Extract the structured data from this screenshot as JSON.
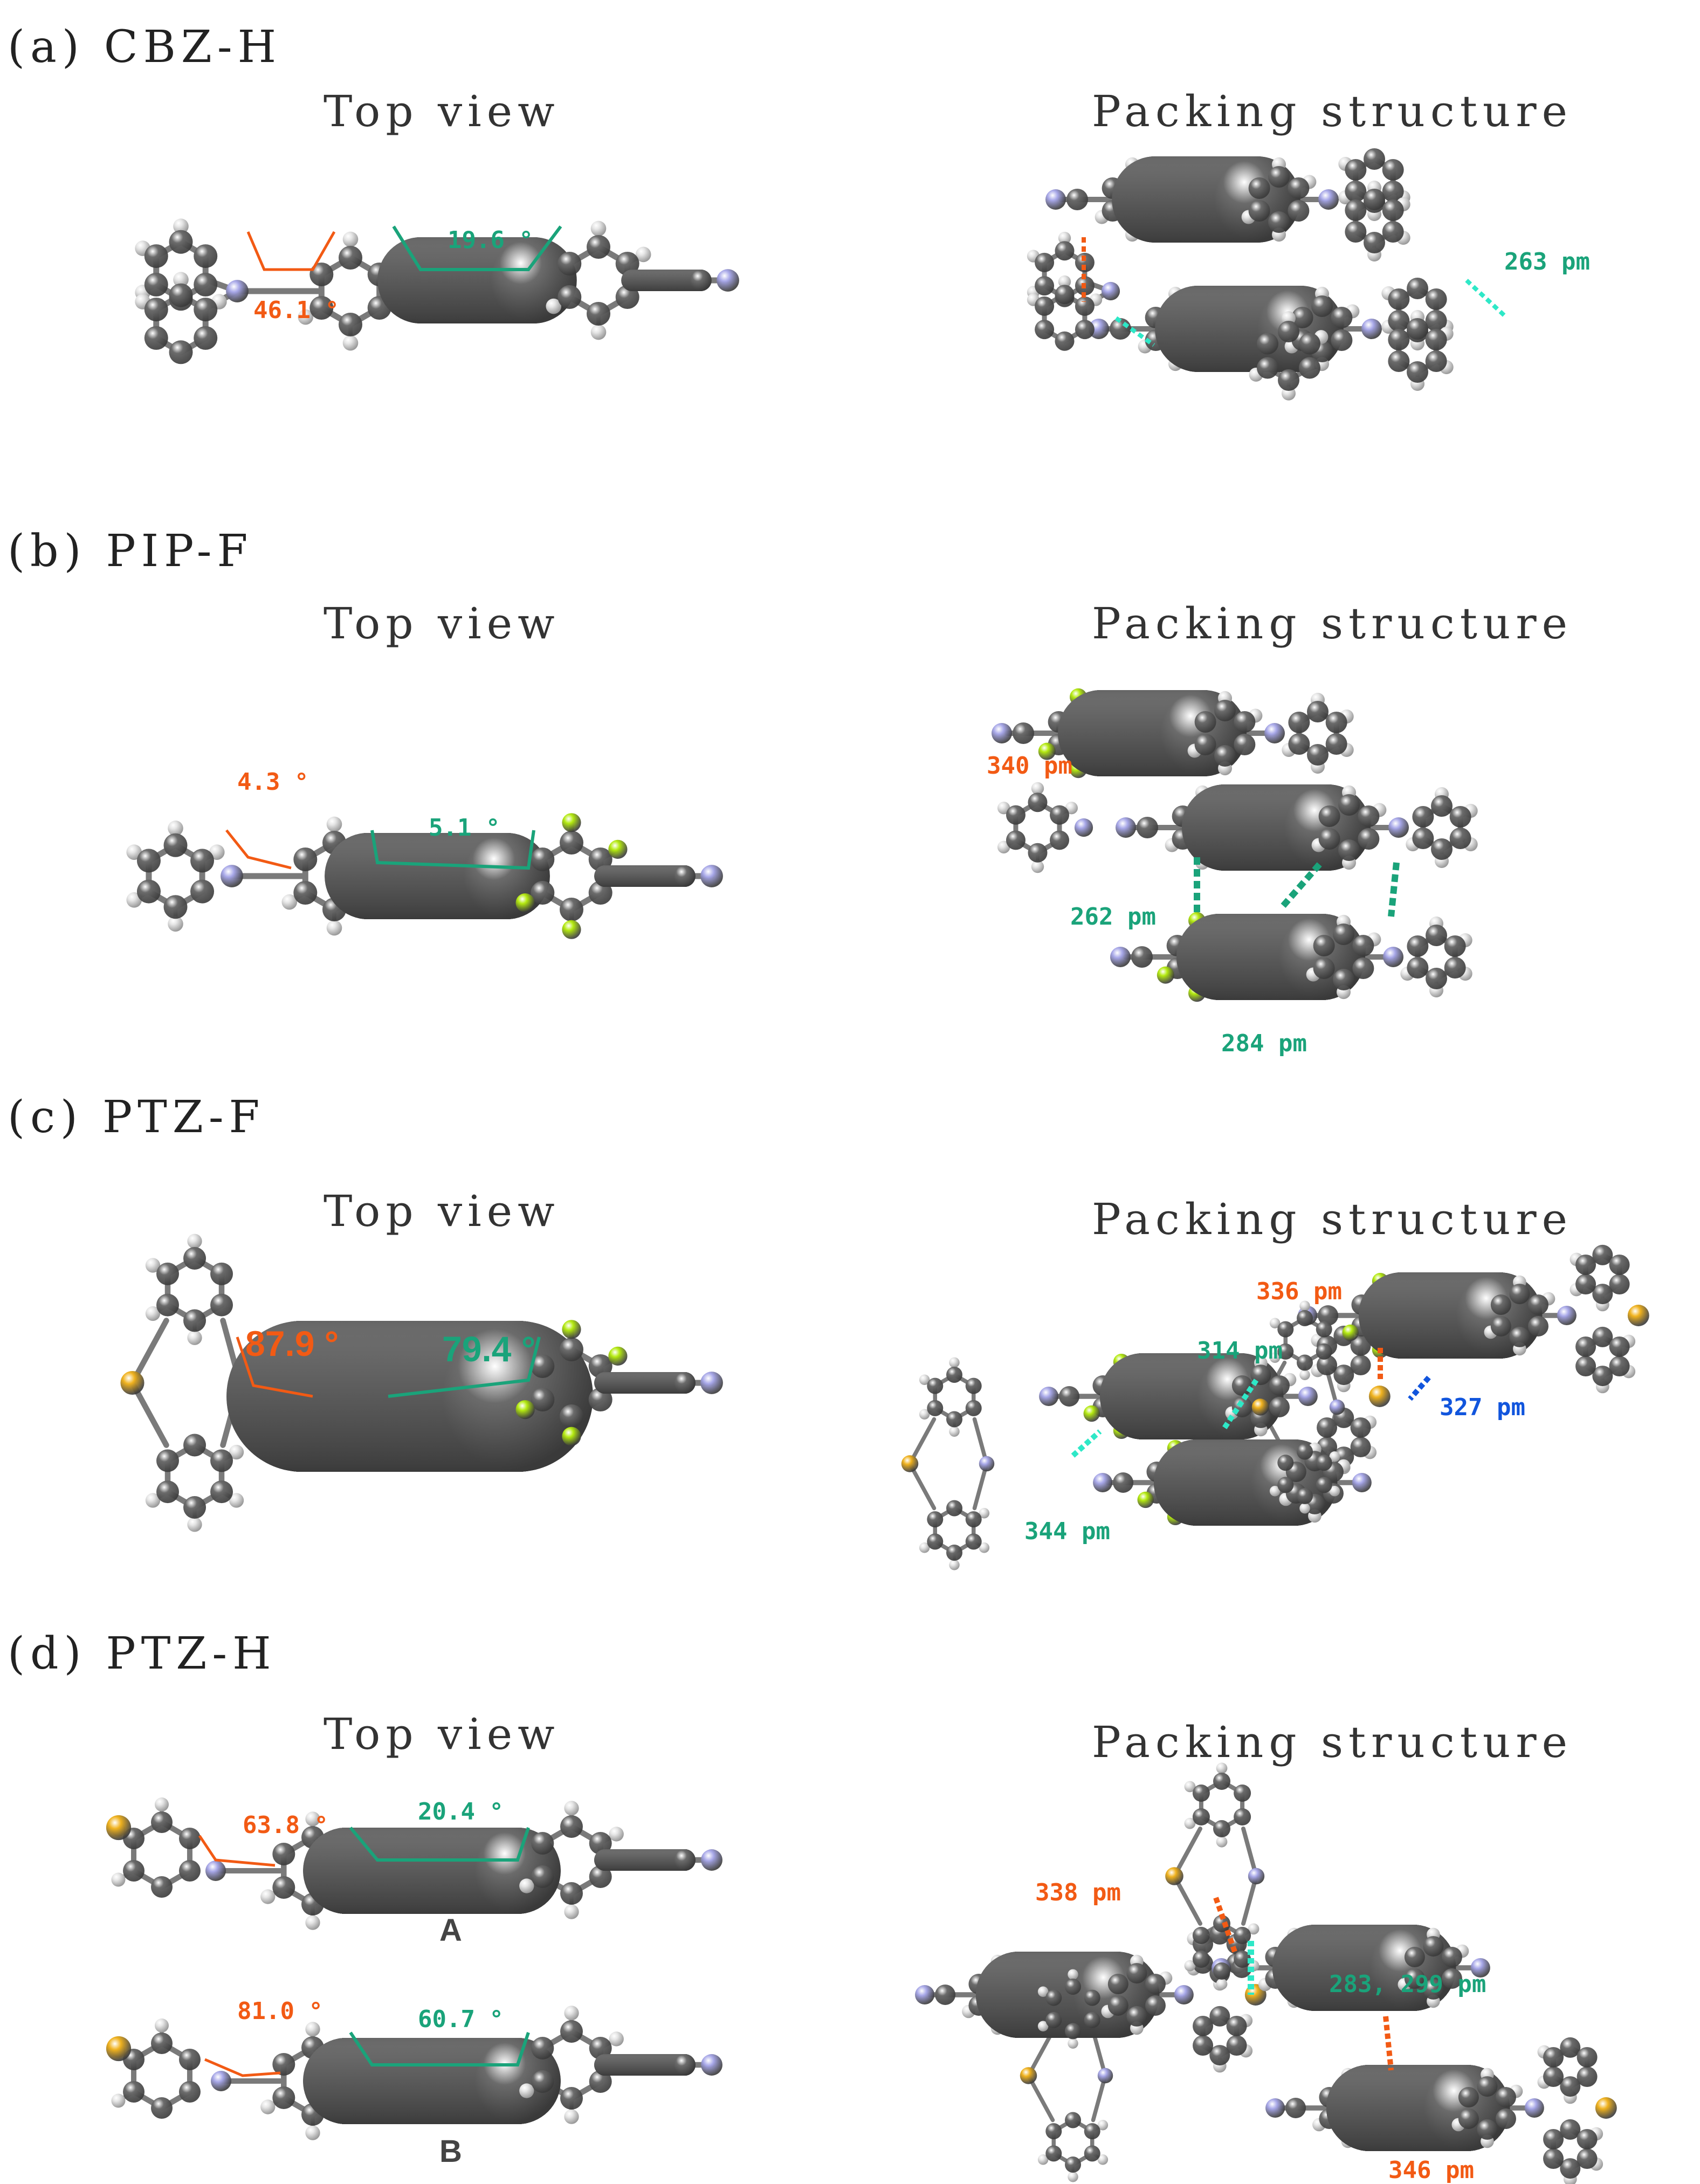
{
  "colors": {
    "carbon": "#6b6b6b",
    "hydrogen": "#e6e6e6",
    "nitrogen": "#a7a7e8",
    "fluorine": "#b4ea10",
    "sulfur": "#f0b21e",
    "angle_orange": "#f25a14",
    "angle_green": "#1aa37a",
    "contact_cyan": "#2ee8c7",
    "contact_blue": "#1155dd"
  },
  "panels": [
    {
      "label": "(a) CBZ-H",
      "top_view_title": "Top view",
      "packing_title": "Packing structure",
      "top_angles": [
        "46.1 °",
        "19.6 °"
      ],
      "packing_contacts": [
        "263 pm"
      ]
    },
    {
      "label": "(b) PIP-F",
      "top_view_title": "Top view",
      "packing_title": "Packing structure",
      "top_angles": [
        "4.3 °",
        "5.1 °"
      ],
      "packing_contacts": [
        "340 pm",
        "262 pm",
        "284 pm"
      ]
    },
    {
      "label": "(c) PTZ-F",
      "top_view_title": "Top view",
      "packing_title": "Packing structure",
      "top_angles": [
        "87.9 °",
        "79.4 °"
      ],
      "packing_contacts": [
        "336 pm",
        "314 pm",
        "327 pm",
        "344 pm"
      ]
    },
    {
      "label": "(d) PTZ-H",
      "top_view_title": "Top view",
      "packing_title": "Packing structure",
      "top_angles": [
        "63.8 °",
        "20.4 °",
        "81.0 °",
        "60.7 °"
      ],
      "conformer_labels": [
        "A",
        "B"
      ],
      "packing_contacts": [
        "338 pm",
        "283, 299 pm",
        "346 pm"
      ]
    }
  ]
}
